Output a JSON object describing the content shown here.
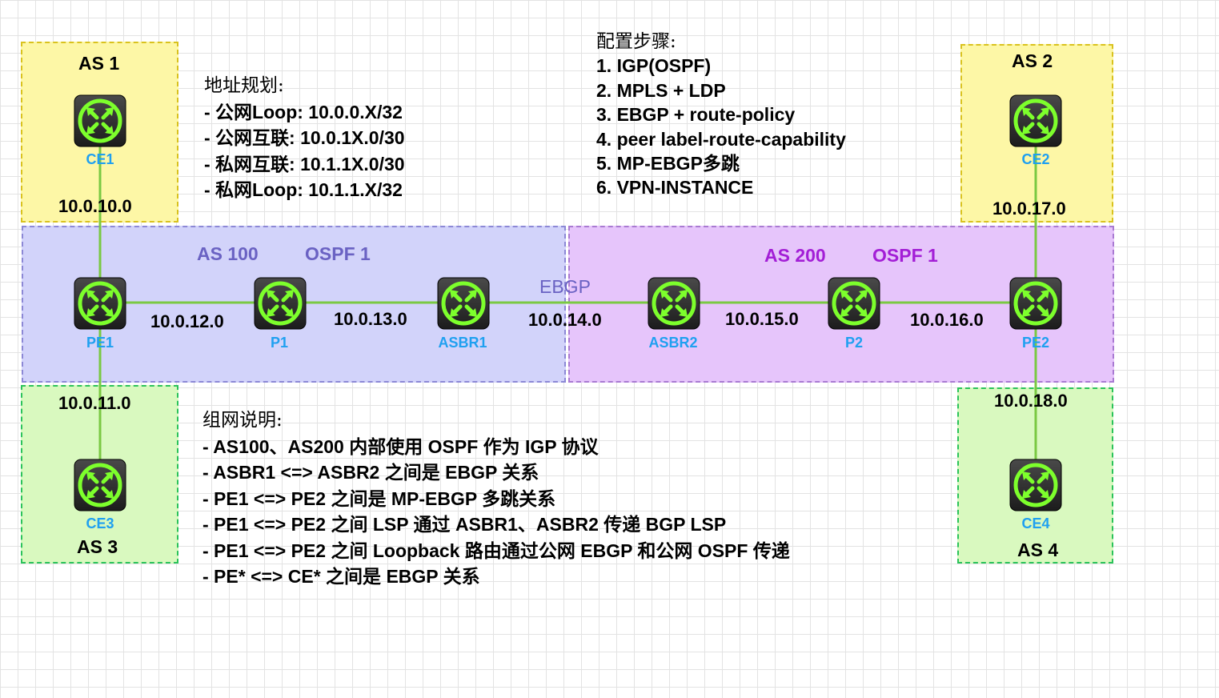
{
  "zones": {
    "as1": "AS 1",
    "as2": "AS 2",
    "as3": "AS 3",
    "as4": "AS 4",
    "as100": "AS 100",
    "as100_ospf": "OSPF 1",
    "as200": "AS 200",
    "as200_ospf": "OSPF 1",
    "ebgp": "EBGP"
  },
  "devices": {
    "ce1": "CE1",
    "ce2": "CE2",
    "ce3": "CE3",
    "ce4": "CE4",
    "pe1": "PE1",
    "p1": "P1",
    "asbr1": "ASBR1",
    "asbr2": "ASBR2",
    "p2": "P2",
    "pe2": "PE2"
  },
  "networks": {
    "n10": "10.0.10.0",
    "n11": "10.0.11.0",
    "n12": "10.0.12.0",
    "n13": "10.0.13.0",
    "n14": "10.0.14.0",
    "n15": "10.0.15.0",
    "n16": "10.0.16.0",
    "n17": "10.0.17.0",
    "n18": "10.0.18.0"
  },
  "address_plan": {
    "title": "地址规划:",
    "lines": [
      "- 公网Loop: 10.0.0.X/32",
      "- 公网互联:  10.0.1X.0/30",
      "- 私网互联:  10.1.1X.0/30",
      "- 私网Loop:  10.1.1.X/32"
    ]
  },
  "config_steps": {
    "title": "配置步骤:",
    "lines": [
      "1. IGP(OSPF)",
      "2. MPLS + LDP",
      "3. EBGP + route-policy",
      "4. peer label-route-capability",
      "5. MP-EBGP多跳",
      "6. VPN-INSTANCE"
    ]
  },
  "network_notes": {
    "title": "组网说明:",
    "lines": [
      "- AS100、AS200 内部使用 OSPF 作为 IGP 协议",
      "- ASBR1 <=> ASBR2 之间是 EBGP 关系",
      "- PE1 <=> PE2 之间是 MP-EBGP 多跳关系",
      "- PE1 <=> PE2 之间 LSP 通过 ASBR1、ASBR2 传递 BGP LSP",
      "- PE1 <=> PE2 之间 Loopback 路由通过公网 EBGP 和公网 OSPF 传递",
      "- PE* <=> CE* 之间是 EBGP 关系"
    ]
  },
  "colors": {
    "link": "#7ac943",
    "router_body": "#1c1c1c",
    "router_ring": "#7dff2c",
    "device_label": "#1fa0f0"
  },
  "icon": "router-icon"
}
